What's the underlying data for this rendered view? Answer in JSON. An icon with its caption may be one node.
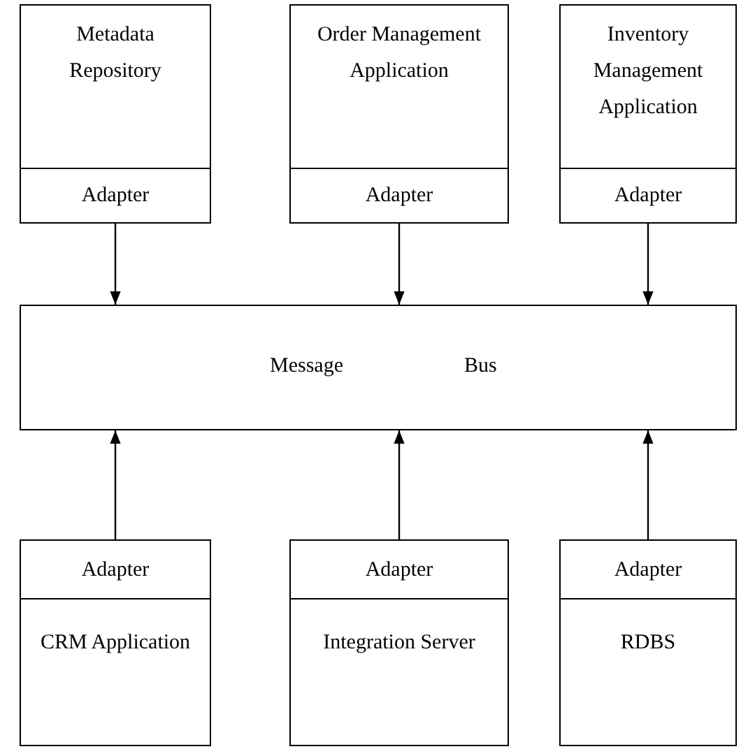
{
  "diagram": {
    "nodes": [
      {
        "text": [
          "Metadata Repository"
        ]
      },
      {
        "text": [
          "Adapter"
        ],
        "in": 0
      },
      {
        "text": [
          "Order Management Application"
        ]
      },
      {
        "text": [
          "Adapter"
        ],
        "in": 2
      },
      {
        "text": [
          "Inventory Management Application"
        ]
      },
      {
        "text": [
          "Adapter"
        ],
        "in": 4
      },
      {
        "text": [
          "Message",
          "Bus"
        ]
      },
      {
        "text": [
          "CRM Application"
        ]
      },
      {
        "text": [
          "Adapter"
        ],
        "in": 7
      },
      {
        "text": [
          "Integration Server"
        ]
      },
      {
        "text": [
          "Adapter"
        ],
        "in": 9
      },
      {
        "text": [
          "RDBS"
        ]
      },
      {
        "text": [
          "Adapter"
        ],
        "in": 11
      }
    ],
    "edges": [
      {
        "from": 1,
        "to": 6,
        "arrow": "to"
      },
      {
        "from": 3,
        "to": 6,
        "arrow": "to"
      },
      {
        "from": 5,
        "to": 6,
        "arrow": "to"
      },
      {
        "from": 8,
        "to": 6,
        "arrow": "to"
      },
      {
        "from": 10,
        "to": 6,
        "arrow": "to"
      },
      {
        "from": 12,
        "to": 6,
        "arrow": "to"
      }
    ]
  }
}
